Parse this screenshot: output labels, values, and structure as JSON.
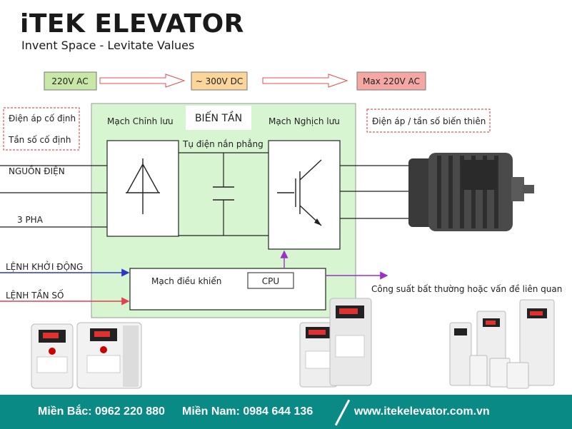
{
  "brand": {
    "logo": "iTEK ELEVATOR",
    "tagline": "Invent Space - Levitate Values"
  },
  "stages": {
    "ac_in": "220V AC",
    "dc": "~ 300V DC",
    "ac_out": "Max 220V AC"
  },
  "left_note": {
    "line1": "Điện áp cố định",
    "line2": "Tần số cố định"
  },
  "right_note": "Điện áp / tần số biến thiên",
  "inverter": {
    "title": "BIẾN TẦN",
    "rectifier": "Mạch Chỉnh lưu",
    "capacitor": "Tụ điện nắn phẳng",
    "inverter_circuit": "Mạch Nghịch lưu",
    "control": "Mạch điều khiển",
    "cpu": "CPU"
  },
  "inputs": {
    "power": "NGUỒN ĐIỆN",
    "phase": "3 PHA",
    "start_cmd": "LỆNH KHỞI ĐỘNG",
    "freq_cmd": "LỆNH TẦN SỐ"
  },
  "output_signal": "Công suất bất thường hoặc vấn đề liên quan",
  "colors": {
    "inverter_bg": "#d7f5d0",
    "ac_in_bg": "#c9e7a6",
    "dc_bg": "#fbd59a",
    "ac_out_bg": "#f4a7a3",
    "footer_bg": "#0a8a84",
    "signal_blue": "#2b36c9",
    "signal_red": "#e04050",
    "signal_purple": "#9a30c8",
    "note_border": "#d83030"
  },
  "footer": {
    "north": "Miền Bắc: 0962 220 880",
    "south": "Miền Nam: 0984 644 136",
    "website": "www.itekelevator.com.vn"
  }
}
